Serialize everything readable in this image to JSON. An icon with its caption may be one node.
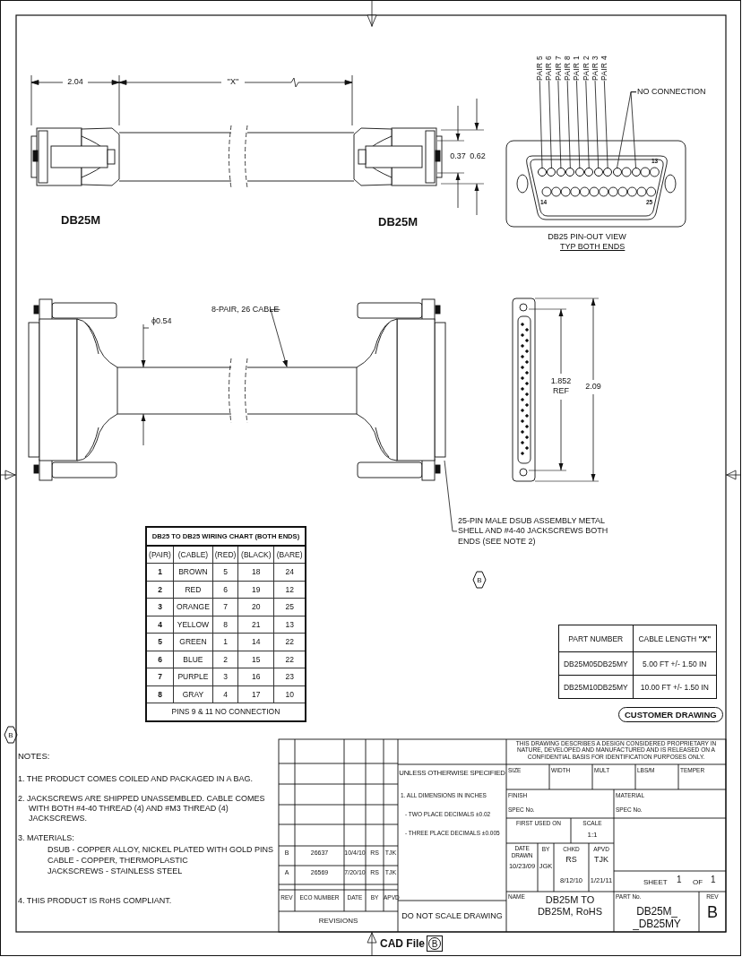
{
  "diagram": {
    "nodes": [
      {
        "text": [
          "PAIR 5"
        ]
      },
      {
        "text": [
          "PAIR 6"
        ]
      },
      {
        "text": [
          "PAIR 7"
        ]
      },
      {
        "text": [
          "PAIR 8"
        ]
      },
      {
        "text": [
          "PAIR 1"
        ]
      },
      {
        "text": [
          "PAIR 2"
        ]
      },
      {
        "text": [
          "PAIR 3"
        ]
      },
      {
        "text": [
          "PAIR 4"
        ]
      },
      {
        "text": [
          "NO CONNECTION"
        ]
      },
      {
        "text": [
          "8-PAIR, 26 CABLE"
        ]
      },
      {
        "text": [
          "25-PIN MALE DSUB ASSEMBLY METAL SHELL AND #4-40 JACKSCREWS BOTH ENDS (SEE NOTE 2)"
        ]
      },
      {
        "text": [],
        "shape": "circle"
      },
      {
        "text": [],
        "shape": "circle"
      },
      {
        "text": [],
        "shape": "circle"
      },
      {
        "text": [],
        "shape": "circle"
      },
      {
        "text": [],
        "shape": "circle"
      },
      {
        "text": [],
        "shape": "circle"
      },
      {
        "text": [],
        "shape": "circle"
      },
      {
        "text": [],
        "shape": "circle"
      },
      {
        "text": [],
        "shape": "circle"
      },
      {
        "text": [],
        "shape": "circle"
      }
    ],
    "edges": [
      {
        "from": 0,
        "to": 11,
        "arrow": "none"
      },
      {
        "from": 1,
        "to": 12,
        "arrow": "none"
      },
      {
        "from": 2,
        "to": 13,
        "arrow": "none"
      },
      {
        "from": 3,
        "to": 14,
        "arrow": "none"
      },
      {
        "from": 4,
        "to": 15,
        "arrow": "none"
      },
      {
        "from": 5,
        "to": 16,
        "arrow": "none"
      },
      {
        "from": 6,
        "to": 17,
        "arrow": "none"
      },
      {
        "from": 7,
        "to": 18,
        "arrow": "none"
      },
      {
        "from": 8,
        "to": 19,
        "arrow": "none"
      },
      {
        "from": 8,
        "to": 20,
        "arrow": "none"
      },
      {
        "from": 9,
        "to": null,
        "arrow": "to"
      },
      {
        "from": 10,
        "to": null,
        "arrow": "none"
      }
    ],
    "labels": [
      "2.04",
      "\"X\"",
      "0.37",
      "0.62",
      "DB25M",
      "DB25M",
      "13",
      "14",
      "25",
      "DB25 PIN-OUT VIEW",
      "TYP BOTH ENDS",
      "ϕ0.54",
      "1.852 REF",
      "2.09",
      "B",
      "DB25 TO DB25 WIRING CHART (BOTH ENDS)",
      "(PAIR)",
      "(CABLE)",
      "(RED)",
      "(BLACK)",
      "(BARE)",
      "1",
      "BROWN",
      "5",
      "18",
      "24",
      "2",
      "RED",
      "6",
      "19",
      "12",
      "3",
      "ORANGE",
      "7",
      "20",
      "25",
      "4",
      "YELLOW",
      "8",
      "21",
      "13",
      "5",
      "GREEN",
      "1",
      "14",
      "22",
      "6",
      "BLUE",
      "2",
      "15",
      "22",
      "7",
      "PURPLE",
      "3",
      "16",
      "23",
      "8",
      "GRAY",
      "4",
      "17",
      "10",
      "PINS 9 & 11 NO CONNECTION",
      "PART NUMBER",
      "CABLE LENGTH **\"X\"**",
      "DB25M05DB25MY",
      "5.00 FT +/- 1.50 IN",
      "DB25M10DB25MY",
      "10.00 FT +/- 1.50 IN",
      "CUSTOMER DRAWING",
      "B",
      "NOTES:",
      "1. THE PRODUCT COMES COILED AND PACKAGED IN A BAG.",
      "2. JACKSCREWS ARE SHIPPED UNASSEMBLED. CABLE COMES WITH BOTH #4-40 THREAD (4) AND #M3 THREAD (4) JACKSCREWS.",
      "3. MATERIALS:",
      "DSUB - COPPER ALLOY, NICKEL PLATED WITH GOLD PINS",
      "CABLE - COPPER, THERMOPLASTIC",
      "JACKSCREWS - STAINLESS STEEL",
      "4. THIS PRODUCT IS RoHS COMPLIANT.",
      "B",
      "26637",
      "10/4/10",
      "RS",
      "TJK",
      "A",
      "26569",
      "7/20/10",
      "RS",
      "TJK",
      "REV",
      "ECO NUMBER",
      "DATE",
      "BY",
      "APVD",
      "REVISIONS",
      "UNLESS OTHERWISE SPECIFIED",
      "1. ALL DIMENSIONS IN INCHES",
      "- TWO PLACE DECIMALS ±0.02",
      "- THREE PLACE DECIMALS ±0.005",
      "DO NOT SCALE DRAWING",
      "THIS DRAWING DESCRIBES A DESIGN CONSIDERED PROPRIETARY IN NATURE, DEVELOPED AND MANUFACTURED AND IS RELEASED ON A CONFIDENTIAL BASIS FOR IDENTIFICATION PURPOSES ONLY.",
      "SIZE",
      "WIDTH",
      "MULT",
      "LBS/M",
      "TEMPER",
      "FINISH",
      "SPEC No.",
      "MATERIAL",
      "SPEC No.",
      "FIRST USED ON",
      "SCALE",
      "1:1",
      "DATE DRAWN",
      "10/23/09",
      "BY",
      "JGK",
      "CHKD",
      "RS",
      "8/12/10",
      "APVD",
      "TJK",
      "1/21/11",
      "SHEET",
      "1",
      "OF",
      "1",
      "NAME",
      "DB25M TO DB25M, RoHS",
      "PART No.",
      "DB25M_ _DB25MY",
      "REV",
      "B",
      "CAD File",
      "B"
    ]
  }
}
